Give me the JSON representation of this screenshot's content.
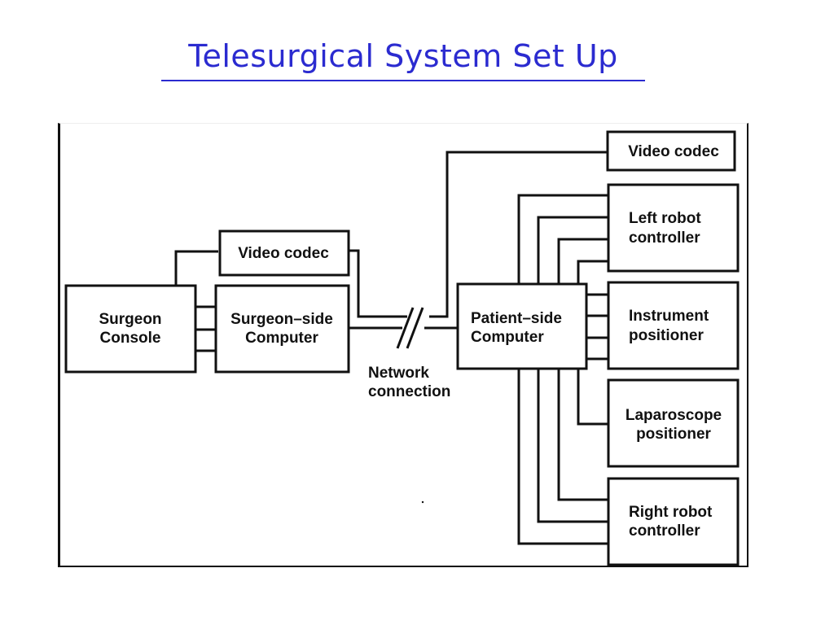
{
  "slide": {
    "title": "Telesurgical System Set Up",
    "title_color": "#2b2bd0"
  },
  "diagram": {
    "nodes": {
      "surgeon_console": [
        "Surgeon",
        "Console"
      ],
      "video_codec_left": [
        "Video codec"
      ],
      "surgeon_side_computer": [
        "Surgeon–side",
        "Computer"
      ],
      "patient_side_computer": [
        "Patient–side",
        "Computer"
      ],
      "video_codec_right": [
        "Video codec"
      ],
      "left_robot_controller": [
        "Left robot",
        "controller"
      ],
      "instrument_positioner": [
        "Instrument",
        "positioner"
      ],
      "laparoscope_positioner": [
        "Laparoscope",
        "positioner"
      ],
      "right_robot_controller": [
        "Right robot",
        "controller"
      ]
    },
    "network_label": [
      "Network",
      "connection"
    ],
    "edges": [
      {
        "from": "surgeon_console",
        "to": "video_codec_left"
      },
      {
        "from": "surgeon_console",
        "to": "surgeon_side_computer",
        "count": 3
      },
      {
        "from": "video_codec_left",
        "to": "video_codec_right",
        "via": "network"
      },
      {
        "from": "surgeon_side_computer",
        "to": "patient_side_computer",
        "via": "network"
      },
      {
        "from": "patient_side_computer",
        "to": "left_robot_controller",
        "count": 4
      },
      {
        "from": "patient_side_computer",
        "to": "instrument_positioner",
        "count": 4
      },
      {
        "from": "patient_side_computer",
        "to": "laparoscope_positioner",
        "count": 1
      },
      {
        "from": "patient_side_computer",
        "to": "right_robot_controller",
        "count": 3
      }
    ]
  }
}
